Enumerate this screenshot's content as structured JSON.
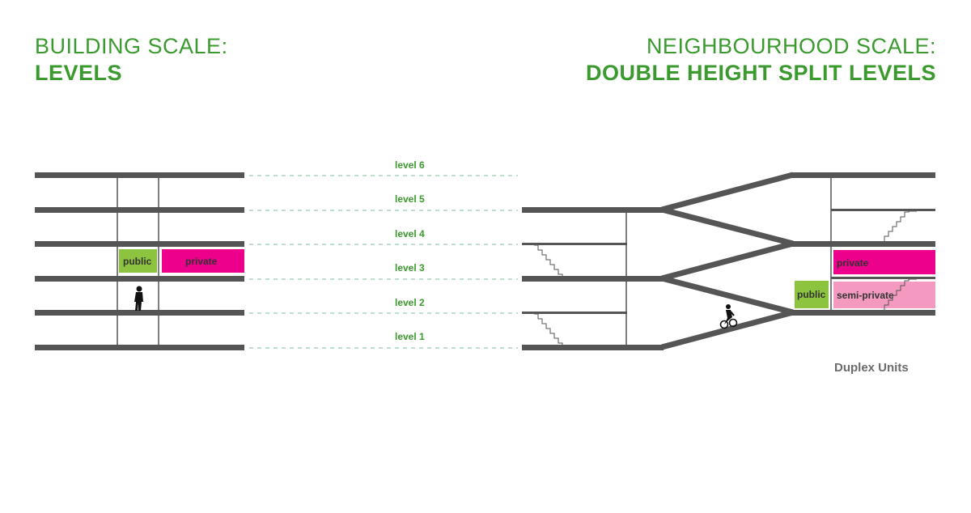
{
  "left_heading": {
    "subtitle": "BUILDING SCALE:",
    "title": "LEVELS"
  },
  "right_heading": {
    "subtitle": "NEIGHBOURHOOD SCALE:",
    "title": "DOUBLE HEIGHT SPLIT LEVELS"
  },
  "levels": [
    "level 6",
    "level 5",
    "level 4",
    "level 3",
    "level 2",
    "level 1"
  ],
  "left_boxes": {
    "public": "public",
    "private": "private"
  },
  "right_boxes": {
    "public": "public",
    "private": "private",
    "semi_private": "semi-private"
  },
  "caption": "Duplex Units",
  "colors": {
    "heading": "#3a9a2e",
    "floor_slab": "#555555",
    "level_guide": "#7fbf9c",
    "public": "#8cc43f",
    "private": "#ec008c",
    "semi_private": "#f49ac1",
    "caption": "#6b6b6b"
  },
  "icons": {
    "pedestrian": "person-walking-icon",
    "cyclist": "bicycle-rider-icon"
  }
}
